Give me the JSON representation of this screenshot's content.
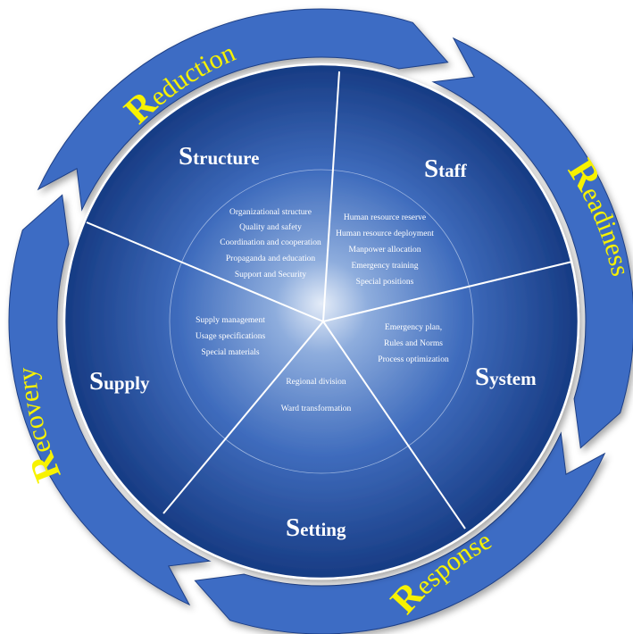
{
  "outer_ring": {
    "stages": [
      {
        "initial": "R",
        "rest": "eduction"
      },
      {
        "initial": "R",
        "rest": "eadiness"
      },
      {
        "initial": "R",
        "rest": "esponse"
      },
      {
        "initial": "R",
        "rest": "ecovery"
      }
    ]
  },
  "sectors": [
    {
      "initial": "S",
      "rest": "tructure",
      "items": [
        "Organizational structure",
        "Quality and safety",
        "Coordination and cooperation",
        "Propaganda and education",
        "Support and Security"
      ]
    },
    {
      "initial": "S",
      "rest": "taff",
      "items": [
        "Human resource reserve",
        "Human resource deployment",
        "Manpower allocation",
        "Emergency training",
        "Special positions"
      ]
    },
    {
      "initial": "S",
      "rest": "ystem",
      "items": [
        "Emergency plan,",
        "Rules and Norms",
        "Process optimization"
      ]
    },
    {
      "initial": "S",
      "rest": "etting",
      "items": [
        "Regional division",
        "Ward transformation"
      ]
    },
    {
      "initial": "S",
      "rest": "upply",
      "items": [
        "Supply management",
        "Usage specifications",
        "Special materials"
      ]
    }
  ],
  "colors": {
    "ring": "#3e6cc4",
    "ring_edge": "#1f3f86",
    "disc_center": "#d9e4f5",
    "disc_mid": "#4a79c8",
    "disc_edge": "#173d86",
    "ring_text": "#f7f200",
    "sector_text": "#ffffff"
  }
}
